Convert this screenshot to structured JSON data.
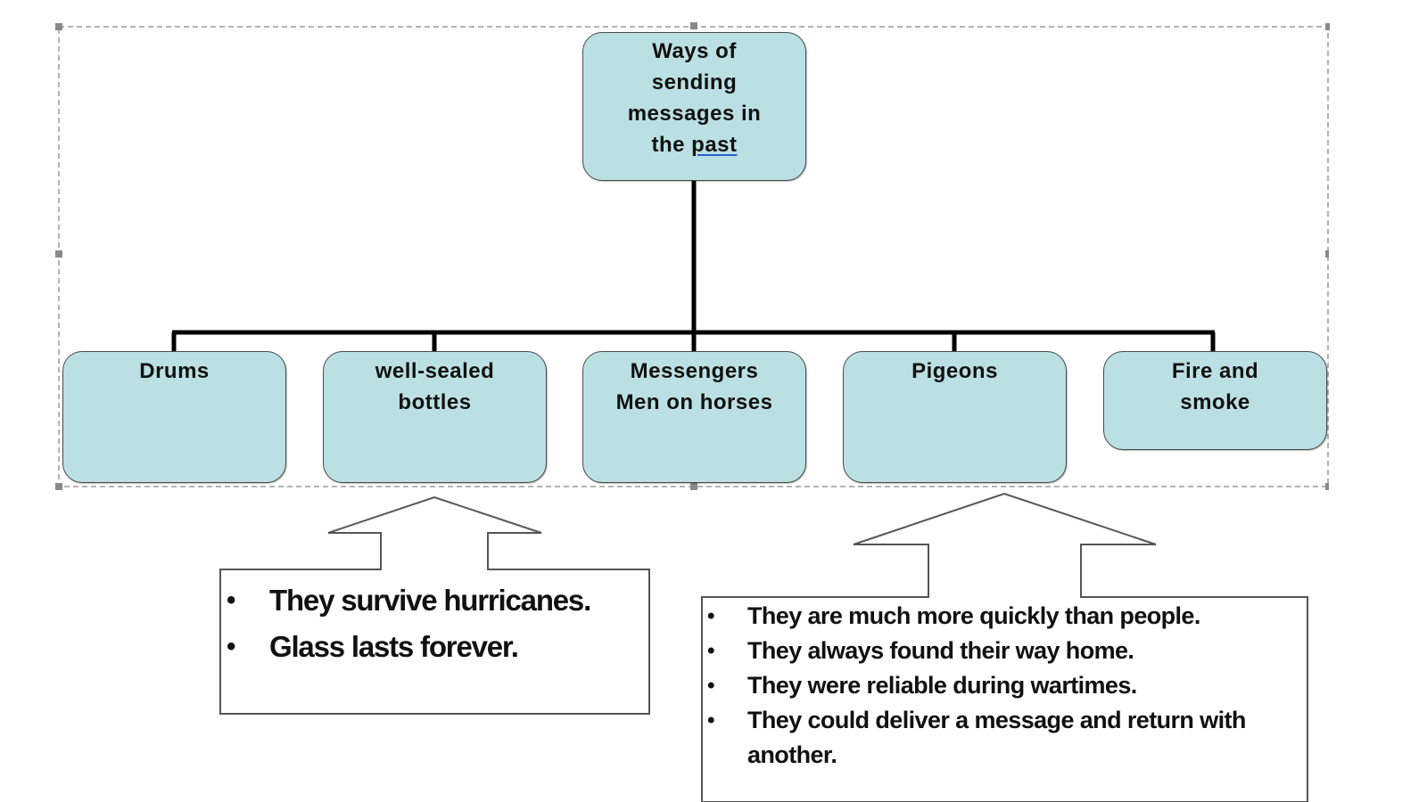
{
  "diagram": {
    "title": "Ways of sending messages in the past",
    "root": {
      "lines": [
        "Ways of",
        "sending",
        "messages in",
        "the"
      ],
      "underlined_word": "past"
    },
    "children": [
      {
        "id": "drums",
        "lines": [
          "Drums"
        ]
      },
      {
        "id": "bottles",
        "lines": [
          "well-sealed",
          "bottles"
        ]
      },
      {
        "id": "messengers",
        "lines": [
          "Messengers",
          "Men on horses"
        ]
      },
      {
        "id": "pigeons",
        "lines": [
          "Pigeons"
        ]
      },
      {
        "id": "fire",
        "lines": [
          "Fire and",
          "smoke"
        ]
      }
    ],
    "callouts": [
      {
        "attached_to": "bottles",
        "bullet": "•",
        "items": [
          "They survive hurricanes.",
          "Glass lasts forever."
        ]
      },
      {
        "attached_to": "pigeons",
        "bullet": "•",
        "items": [
          "They are much more quickly than people.",
          "They always found their way home.",
          "They were reliable during wartimes.",
          "They could deliver a message and return with another."
        ]
      }
    ],
    "colors": {
      "node_fill": "#bbe0e3",
      "node_border": "#4a4a4a",
      "connector": "#000000",
      "callout_border": "#555555",
      "selection_frame": "#9a9a9a",
      "spellcheck_underline": "#2f5fd0"
    }
  }
}
